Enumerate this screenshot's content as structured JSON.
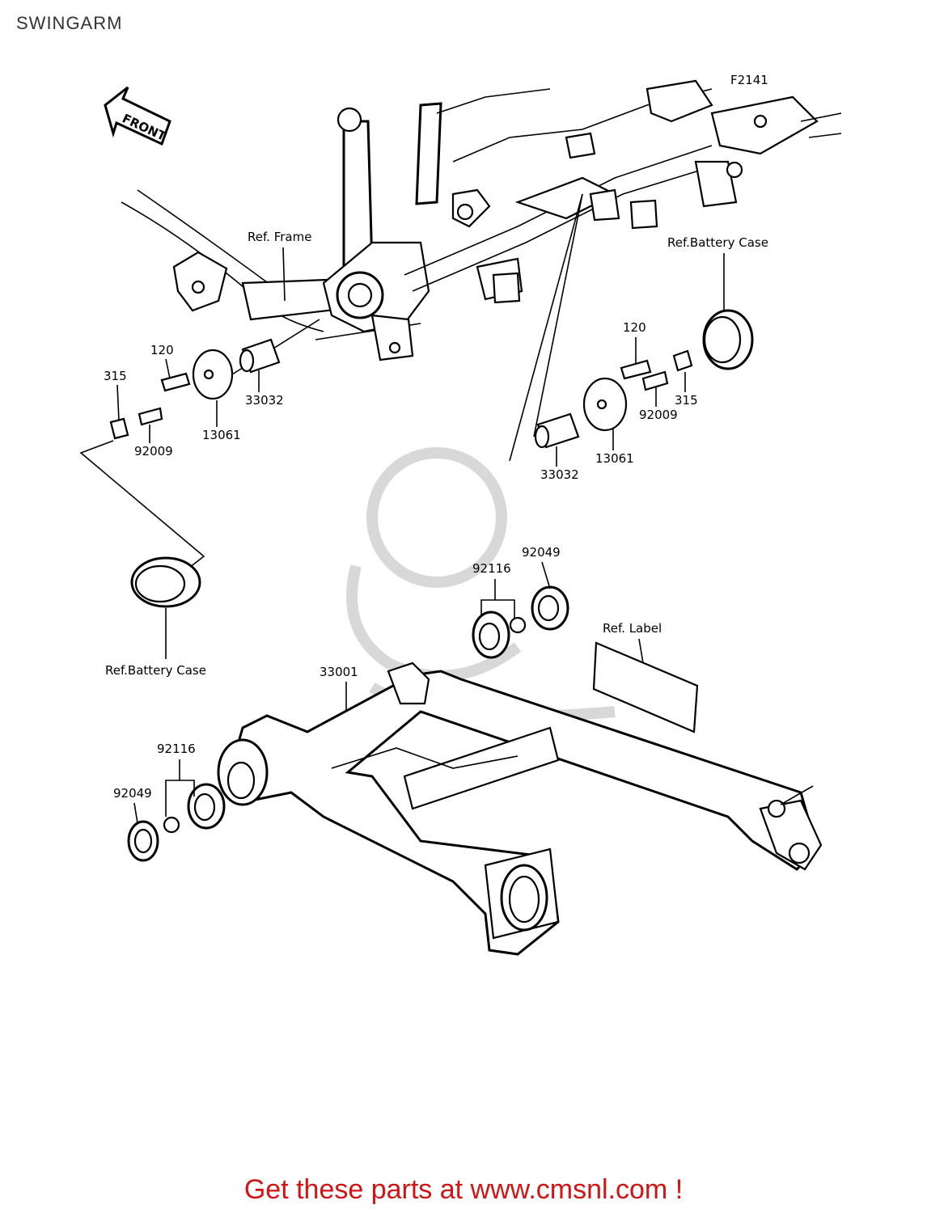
{
  "page": {
    "title": "SWINGARM",
    "figure_code": "F2141"
  },
  "front_arrow": {
    "text": "FRONT"
  },
  "labels": {
    "ref_frame": "Ref. Frame",
    "ref_battery_case_right": "Ref.Battery Case",
    "ref_battery_case_left": "Ref.Battery Case",
    "ref_label": "Ref. Label"
  },
  "parts_left": {
    "p120": "120",
    "p315": "315",
    "p33032": "33032",
    "p13061": "13061",
    "p92009": "92009"
  },
  "parts_right": {
    "p120": "120",
    "p315": "315",
    "p92009": "92009",
    "p13061": "13061",
    "p33032": "33032"
  },
  "parts_swingarm": {
    "p33001": "33001",
    "p92116_upper": "92116",
    "p92049_upper": "92049",
    "p92116_lower": "92116",
    "p92049_lower": "92049"
  },
  "footer": {
    "text": "Get these parts at www.cmsnl.com !",
    "color": "#d21414"
  }
}
